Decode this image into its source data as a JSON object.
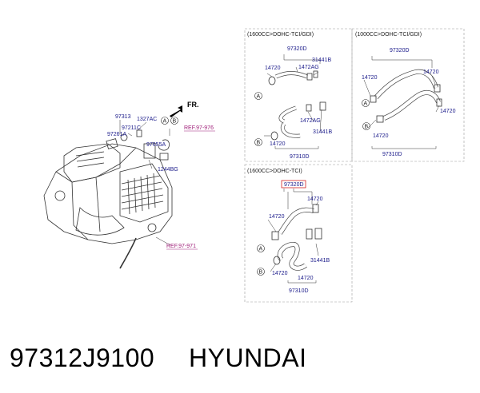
{
  "diagram": {
    "direction_label": "FR.",
    "main_labels": {
      "l97313": "97313",
      "l1327ac": "1327AC",
      "l97211c": "97211C",
      "l97261a": "97261A",
      "l97655a": "97655A",
      "l1244bg": "1244BG",
      "ref976": "REF.97-976",
      "ref971": "REF.97-971"
    },
    "circles": {
      "a": "A",
      "b": "B"
    },
    "panel1": {
      "header": "(1600CC>DOHC-TCI/GDI)",
      "labels": {
        "l97320d": "97320D",
        "l31441b_a": "31441B",
        "l1472ag_a": "1472AG",
        "l14720_a": "14720",
        "l1472ag_b": "1472AG",
        "l31441b_b": "31441B",
        "l14720_b": "14720",
        "l97310d": "97310D"
      }
    },
    "panel2": {
      "header": "(1000CC>DOHC-TCI/GDI)",
      "labels": {
        "l97320d": "97320D",
        "l14720_a": "14720",
        "l14720_b": "14720",
        "l14720_c": "14720",
        "l14720_d": "14720",
        "l97310d": "97310D"
      }
    },
    "panel3": {
      "header": "(1600CC>DOHC-TCI)",
      "labels": {
        "l97320d": "97320D",
        "l14720_a": "14720",
        "l14720_b": "14720",
        "l31441b": "31441B",
        "l14720_c": "14720",
        "l14720_d": "14720",
        "l97310d": "97310D"
      }
    }
  },
  "footer": {
    "part_number": "97312J9100",
    "brand": "HYUNDAI"
  }
}
